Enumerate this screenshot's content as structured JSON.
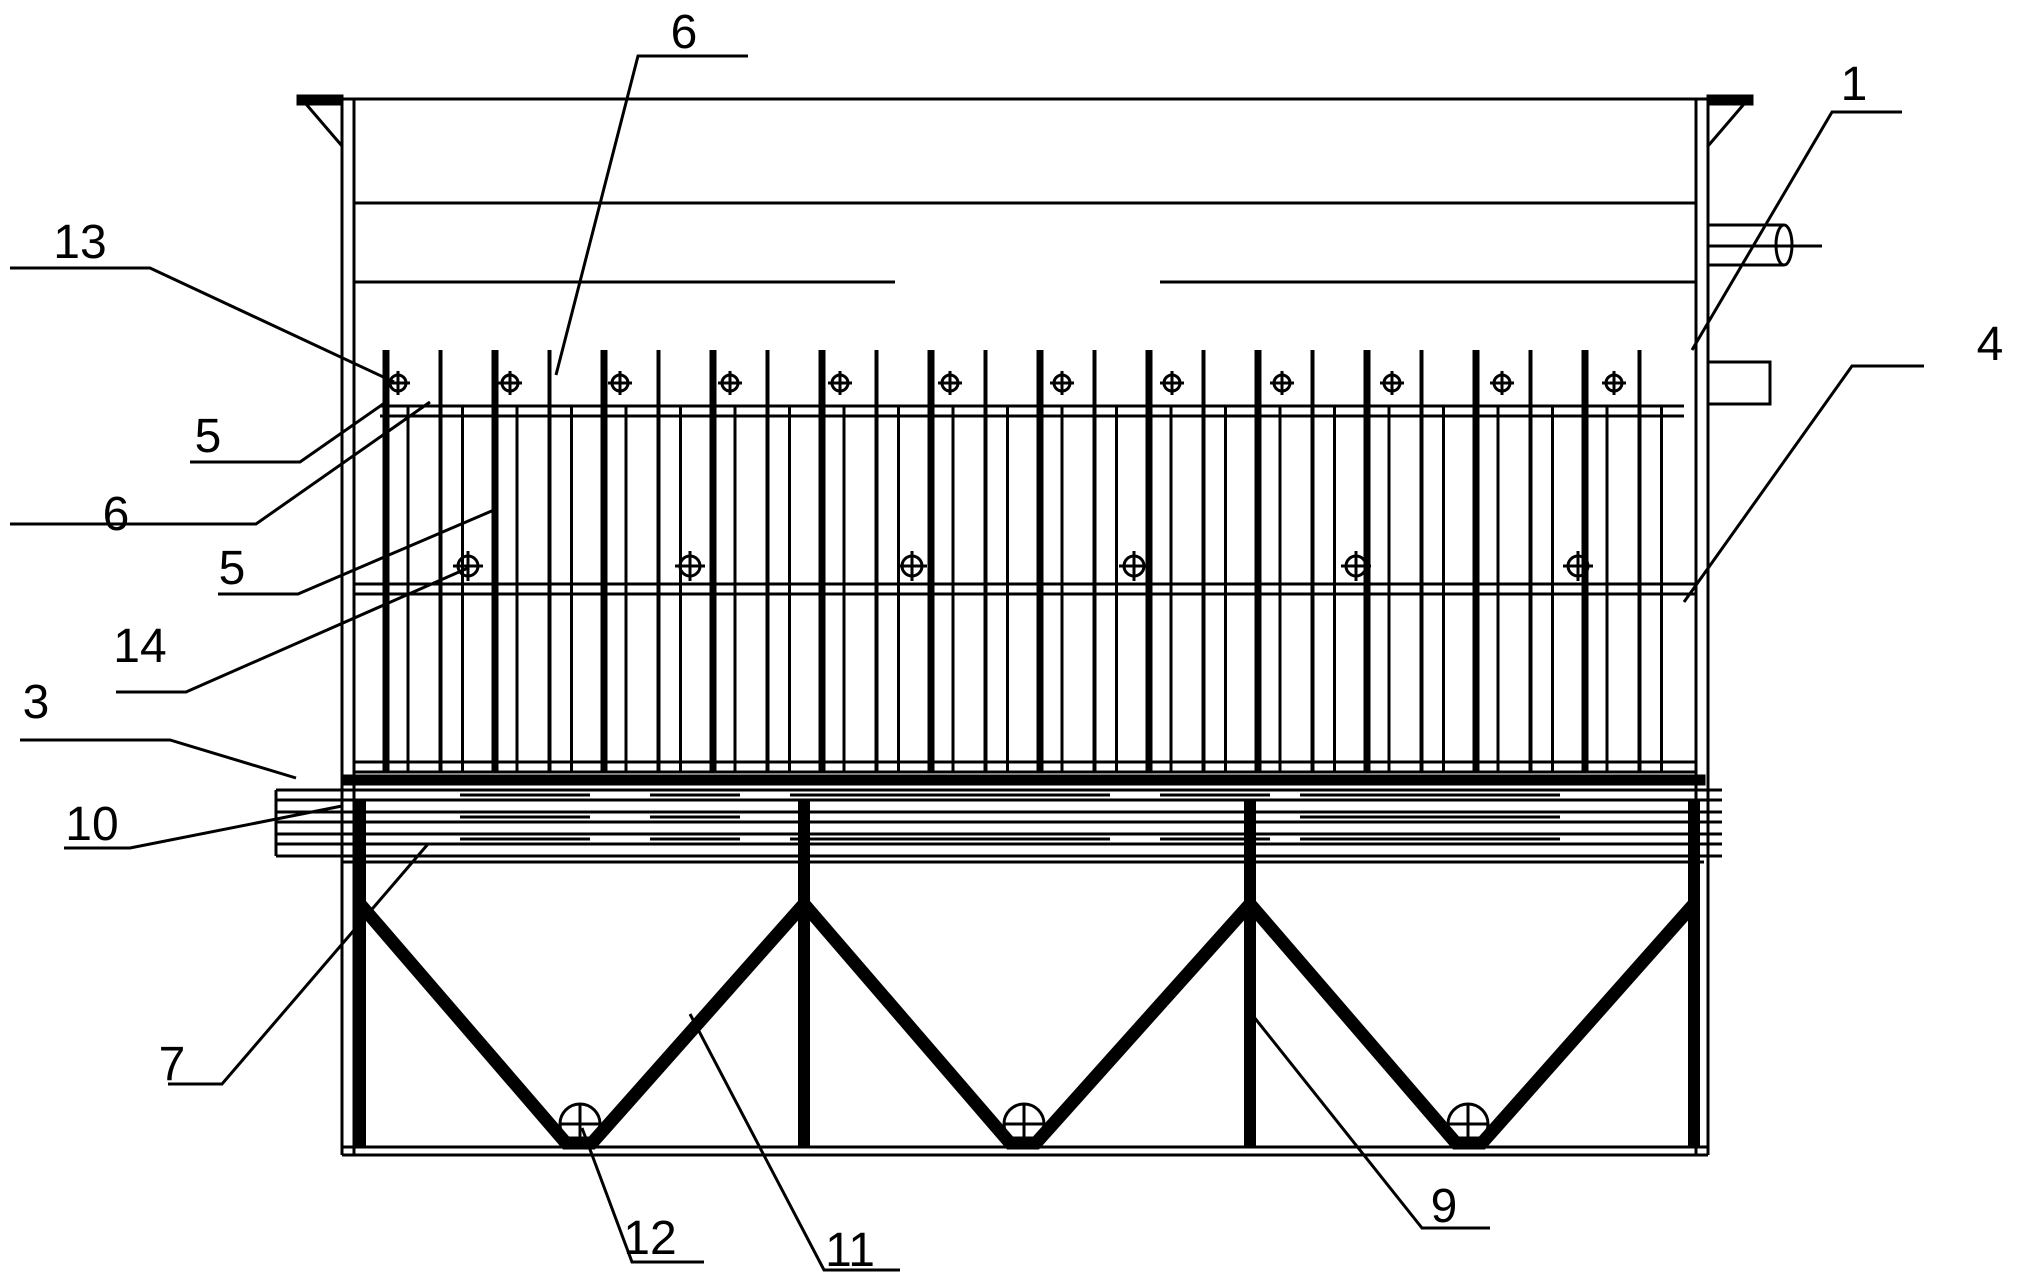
{
  "labels": {
    "l1": "1",
    "l3": "3",
    "l4": "4",
    "l5a": "5",
    "l5b": "5",
    "l6a": "6",
    "l6b": "6",
    "l7": "7",
    "l9": "9",
    "l10": "10",
    "l11": "11",
    "l12": "12",
    "l13": "13",
    "l14": "14"
  },
  "colors": {
    "ink": "#000000",
    "background": "#ffffff"
  }
}
